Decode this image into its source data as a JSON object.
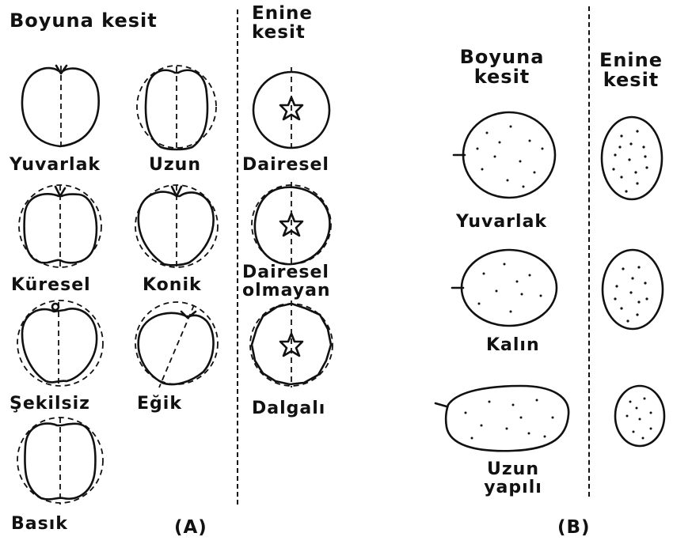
{
  "panel_a": {
    "header_longitudinal": "Boyuna kesit",
    "header_cross_line1": "Enine",
    "header_cross_line2": "kesit",
    "shapes": {
      "yuvarlak": "Yuvarlak",
      "uzun": "Uzun",
      "kuresel": "Küresel",
      "konik": "Konik",
      "sekilsiz": "Şekilsiz",
      "egik": "Eğik",
      "basik": "Basık"
    },
    "cross": {
      "dairesel": "Dairesel",
      "dairesel_olmayan_line1": "Dairesel",
      "dairesel_olmayan_line2": "olmayan",
      "dalgali": "Dalgalı"
    },
    "caption": "(A)"
  },
  "panel_b": {
    "header_longitudinal_line1": "Boyuna",
    "header_longitudinal_line2": "kesit",
    "header_cross_line1": "Enine",
    "header_cross_line2": "kesit",
    "shapes": {
      "yuvarlak": "Yuvarlak",
      "kalin": "Kalın",
      "uzun_line1": "Uzun",
      "uzun_line2": "yapılı"
    },
    "caption": "(B)"
  }
}
